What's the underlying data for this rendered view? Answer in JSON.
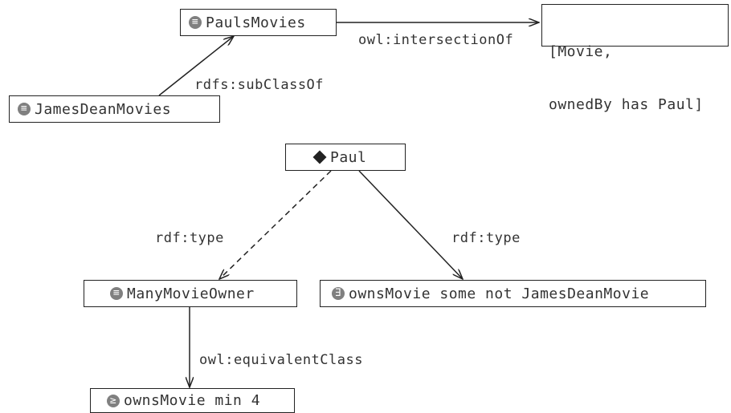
{
  "nodes": {
    "pauls_movies": "PaulsMovies",
    "intersection_list": {
      "line1": "[Movie,",
      "line2": "ownedBy has Paul]"
    },
    "james_dean_movies": "JamesDeanMovies",
    "paul": "Paul",
    "many_movie_owner": "ManyMovieOwner",
    "owns_movie_some": "ownsMovie some not JamesDeanMovie",
    "owns_movie_min": "ownsMovie min 4"
  },
  "edges": {
    "intersection_of": "owl:intersectionOf",
    "sub_class_of": "rdfs:subClassOf",
    "rdf_type_dashed": "rdf:type",
    "rdf_type_solid": "rdf:type",
    "equivalent_class": "owl:equivalentClass"
  },
  "icons": {
    "class": "≡",
    "some": "∃",
    "min": "≥"
  },
  "colors": {
    "line": "#222222",
    "icon_fill": "#808080"
  }
}
